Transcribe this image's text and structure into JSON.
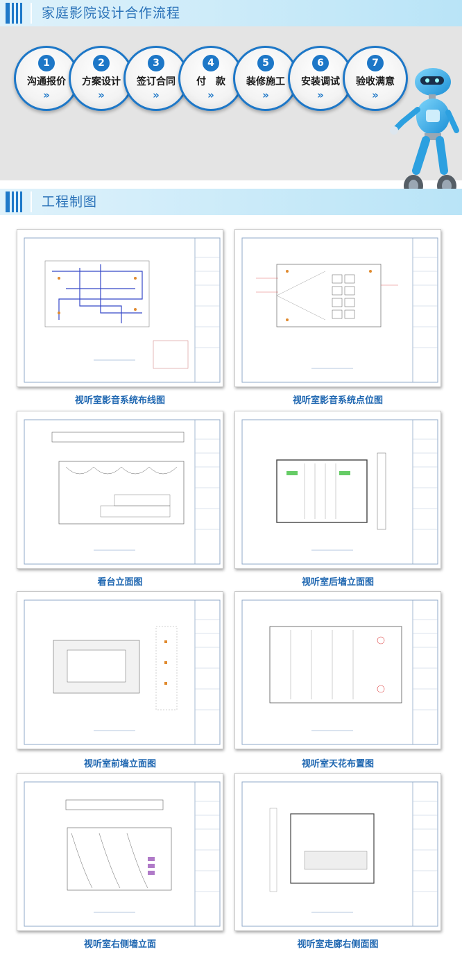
{
  "flow_section": {
    "title": "家庭影院设计合作流程"
  },
  "steps": [
    {
      "num": "1",
      "label": "沟通报价"
    },
    {
      "num": "2",
      "label": "方案设计"
    },
    {
      "num": "3",
      "label": "签订合同"
    },
    {
      "num": "4",
      "label": "付　款"
    },
    {
      "num": "5",
      "label": "装修施工"
    },
    {
      "num": "6",
      "label": "安装调试"
    },
    {
      "num": "7",
      "label": "验收满意"
    }
  ],
  "chevron_glyph": "»",
  "drawings_section": {
    "title": "工程制图"
  },
  "drawings": [
    {
      "caption": "视听室影音系统布线图"
    },
    {
      "caption": "视听室影音系统点位图"
    },
    {
      "caption": "看台立面图"
    },
    {
      "caption": "视听室后墙立面图"
    },
    {
      "caption": "视听室前墙立面图"
    },
    {
      "caption": "视听室天花布置图"
    },
    {
      "caption": "视听室右侧墙立面"
    },
    {
      "caption": "视听室走廊右侧面图"
    }
  ],
  "colors": {
    "brand_blue": "#1d77c7",
    "caption_blue": "#1f67b1",
    "flow_bg": "#e4e4e4"
  }
}
